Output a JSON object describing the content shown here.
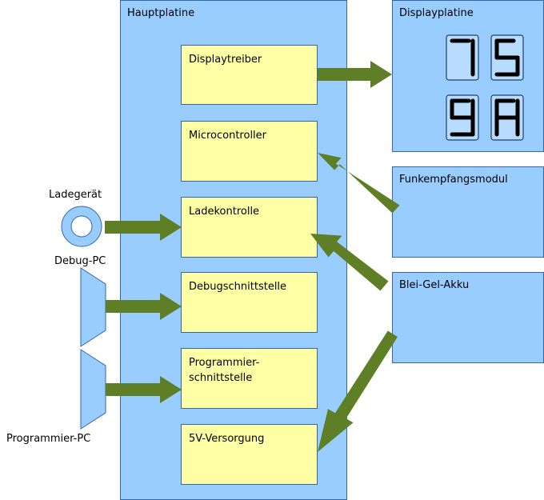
{
  "main_board": {
    "title": "Hauptplatine",
    "blocks": {
      "display_driver": "Displaytreiber",
      "microcontroller": "Microcontroller",
      "charge_control": "Ladekontrolle",
      "debug_interface": "Debugschnittstelle",
      "programming_interface": "Programmier-\nschnittstelle",
      "power_supply": "5V-Versorgung"
    }
  },
  "display_board": {
    "title": "Displayplatine",
    "digits": [
      "7",
      "5",
      "9",
      "A"
    ]
  },
  "radio_module": {
    "title": "Funkempfangsmodul"
  },
  "battery": {
    "title": "Blei-Gel-Akku"
  },
  "external": {
    "charger": "Ladegerät",
    "debug_pc": "Debug-PC",
    "programmer_pc": "Programmier-PC"
  },
  "colors": {
    "panel": "#99ccff",
    "block": "#ffffa6",
    "arrow": "#5f7f26",
    "outline": "#3366aa"
  }
}
